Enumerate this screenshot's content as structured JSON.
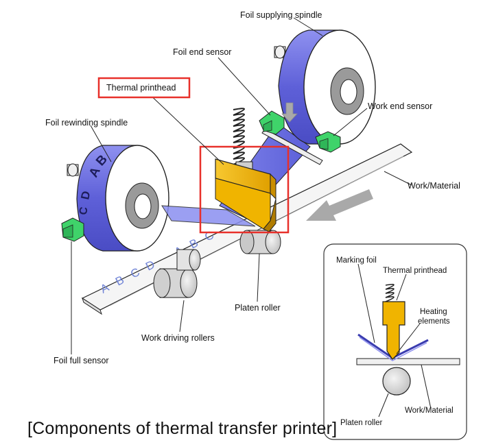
{
  "labels": {
    "foil_supplying_spindle": "Foil supplying spindle",
    "foil_end_sensor": "Foil end sensor",
    "thermal_printhead": "Thermal printhead",
    "work_end_sensor": "Work end sensor",
    "foil_rewinding_spindle": "Foil rewinding spindle",
    "work_material": "Work/Material",
    "platen_roller": "Platen roller",
    "work_driving_rollers": "Work driving rollers",
    "foil_full_sensor": "Foil full sensor"
  },
  "inset": {
    "marking_foil": "Marking foil",
    "thermal_printhead": "Thermal printhead",
    "heating_elements_line1": "Heating",
    "heating_elements_line2": "elements",
    "work_material": "Work/Material",
    "platen_roller": "Platen roller"
  },
  "foil_letters": {
    "a": "A",
    "b": "B",
    "c": "C",
    "d": "D"
  },
  "work_letters": [
    "A",
    "B",
    "C",
    "D"
  ],
  "caption": "[Components of thermal transfer printer]",
  "colors": {
    "foil": "#6a6ce0",
    "printhead": "#f0b400",
    "sensor": "#3fd36a",
    "highlight": "#e8302a",
    "arrow": "#a9a9a9"
  }
}
